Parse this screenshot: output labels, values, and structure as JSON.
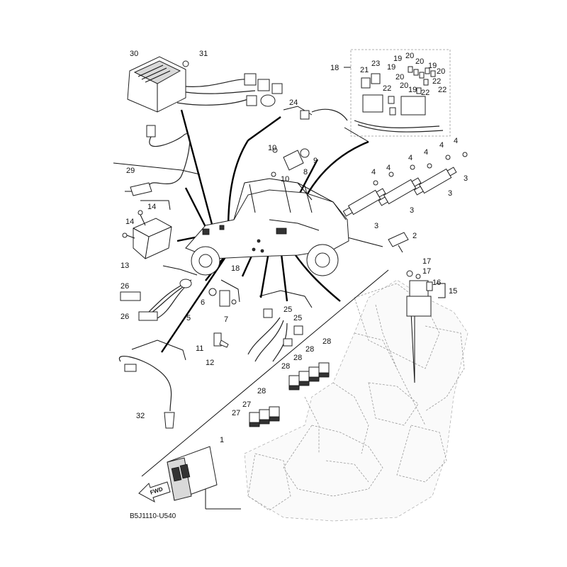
{
  "diagram_code": "B5J1110-U540",
  "fwd_label": "FWD",
  "callouts": {
    "c1": "1",
    "c2": "2",
    "c3a": "3",
    "c3b": "3",
    "c3c": "3",
    "c3d": "3",
    "c4a": "4",
    "c4b": "4",
    "c4c": "4",
    "c4d": "4",
    "c4e": "4",
    "c4f": "4",
    "c5": "5",
    "c6": "6",
    "c7": "7",
    "c8": "8",
    "c9": "9",
    "c10a": "10",
    "c10b": "10",
    "c11": "11",
    "c12": "12",
    "c13": "13",
    "c14a": "14",
    "c14b": "14",
    "c15": "15",
    "c16": "16",
    "c17a": "17",
    "c17b": "17",
    "c18a": "18",
    "c18b": "18",
    "c19a": "19",
    "c19b": "19",
    "c19c": "19",
    "c19d": "19",
    "c20a": "20",
    "c20b": "20",
    "c20c": "20",
    "c20d": "20",
    "c20e": "20",
    "c21": "21",
    "c22a": "22",
    "c22b": "22",
    "c22c": "22",
    "c22d": "22",
    "c23": "23",
    "c24": "24",
    "c25a": "25",
    "c25b": "25",
    "c26a": "26",
    "c26b": "26",
    "c27a": "27",
    "c27b": "27",
    "c28a": "28",
    "c28b": "28",
    "c28c": "28",
    "c28d": "28",
    "c28e": "28",
    "c29": "29",
    "c30": "30",
    "c31": "31",
    "c32": "32"
  }
}
